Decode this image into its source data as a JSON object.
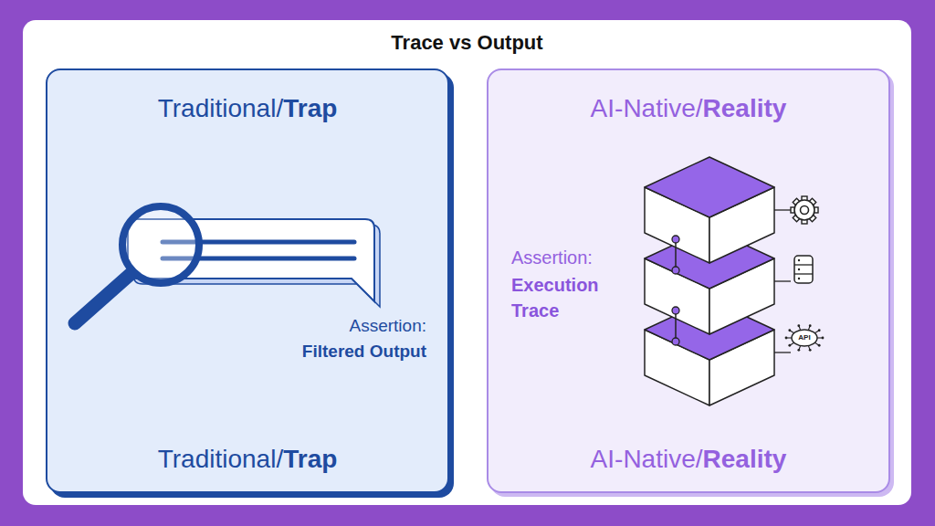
{
  "diagram": {
    "title": "Trace vs Output",
    "nodes": [
      {
        "text": [
          "Traditional/Trap",
          "Assertion:",
          "Filtered Output",
          "Traditional/Trap"
        ]
      },
      {
        "text": [
          "AI-Native/Reality",
          "Assertion:",
          "Execution Trace",
          "AI-Native/Reality"
        ]
      }
    ],
    "labels": [
      "API"
    ]
  }
}
